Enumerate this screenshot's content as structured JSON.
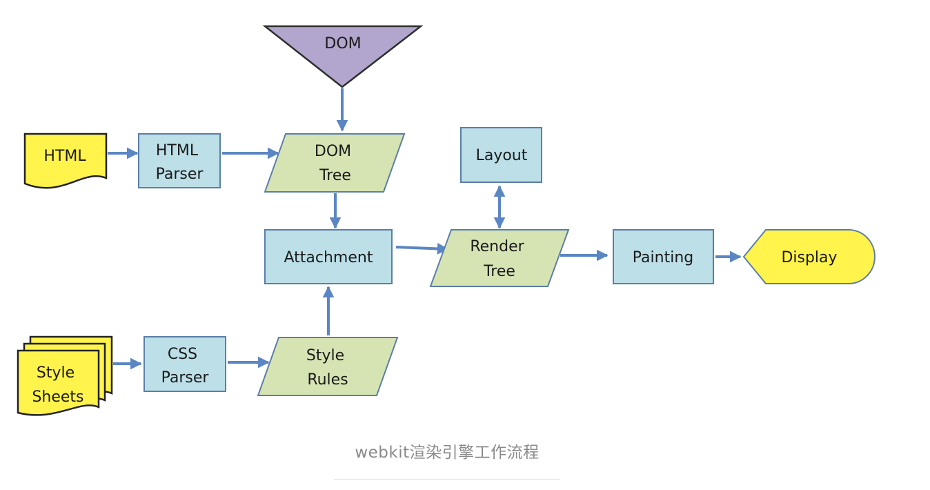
{
  "nodes": {
    "dom": "DOM",
    "html": "HTML",
    "html_parser": [
      "HTML",
      "Parser"
    ],
    "dom_tree": [
      "DOM",
      "Tree"
    ],
    "layout": "Layout",
    "attachment": "Attachment",
    "render_tree": [
      "Render",
      "Tree"
    ],
    "painting": "Painting",
    "display": "Display",
    "style_sheets": [
      "Style",
      "Sheets"
    ],
    "css_parser": [
      "CSS",
      "Parser"
    ],
    "style_rules": [
      "Style",
      "Rules"
    ]
  },
  "caption": "webkit渲染引擎工作流程",
  "colors": {
    "process_fill": "#bcdfe8",
    "data_fill": "#d6e4b4",
    "input_fill": "#fff34c",
    "dom_fill": "#b3a6ce",
    "stroke": "#5a7ea8",
    "arrow": "#5b86c4",
    "caption_text": "#8a8a8a"
  }
}
